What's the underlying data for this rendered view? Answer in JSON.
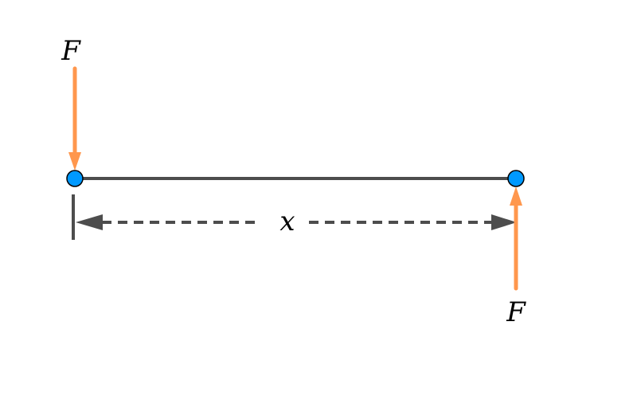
{
  "diagram": {
    "force_top_label": "F",
    "force_bottom_label": "F",
    "distance_label": "x",
    "colors": {
      "beam": "#4d4d4d",
      "force": "#ff974d",
      "node": "#0099ff",
      "node_stroke": "#000000"
    }
  }
}
